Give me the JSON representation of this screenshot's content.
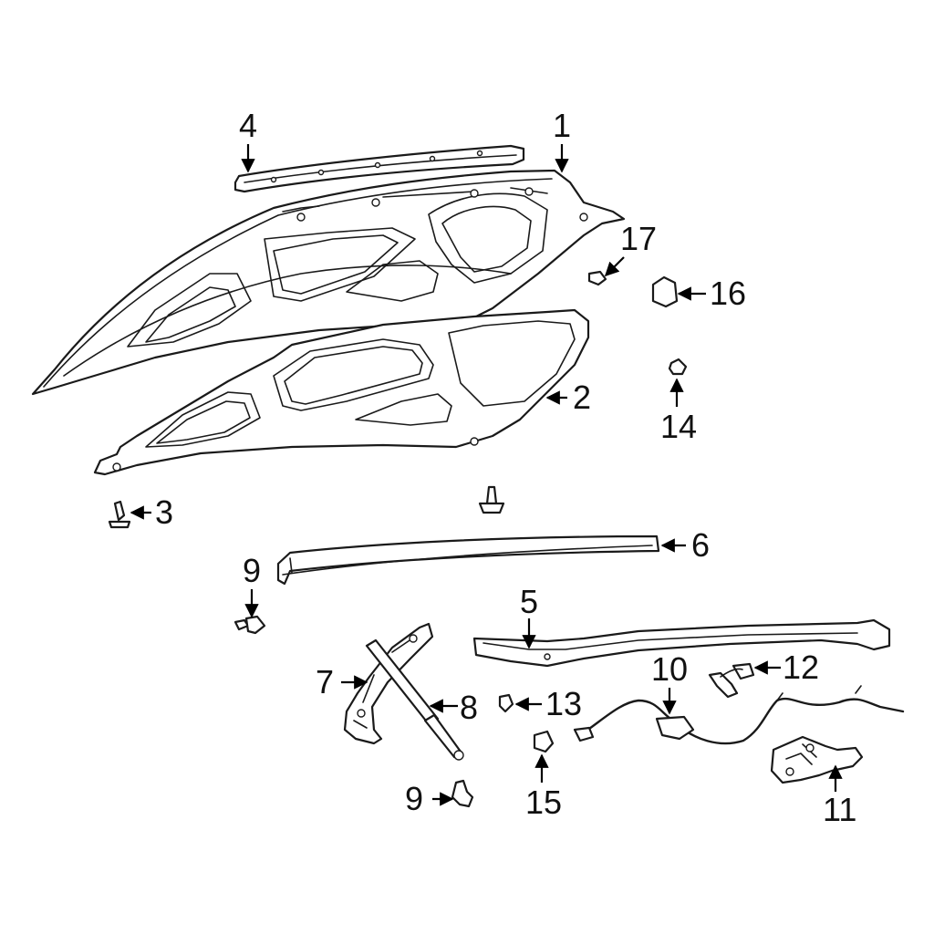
{
  "callouts": [
    {
      "id": "1",
      "text": "1"
    },
    {
      "id": "2",
      "text": "2"
    },
    {
      "id": "3",
      "text": "3"
    },
    {
      "id": "4",
      "text": "4"
    },
    {
      "id": "5",
      "text": "5"
    },
    {
      "id": "6",
      "text": "6"
    },
    {
      "id": "7",
      "text": "7"
    },
    {
      "id": "8",
      "text": "8"
    },
    {
      "id": "9a",
      "text": "9"
    },
    {
      "id": "9b",
      "text": "9"
    },
    {
      "id": "10",
      "text": "10"
    },
    {
      "id": "11",
      "text": "11"
    },
    {
      "id": "12",
      "text": "12"
    },
    {
      "id": "13",
      "text": "13"
    },
    {
      "id": "14",
      "text": "14"
    },
    {
      "id": "15",
      "text": "15"
    },
    {
      "id": "16",
      "text": "16"
    },
    {
      "id": "17",
      "text": "17"
    }
  ],
  "colors": {
    "line": "#1a1a1a",
    "background": "#ffffff"
  }
}
